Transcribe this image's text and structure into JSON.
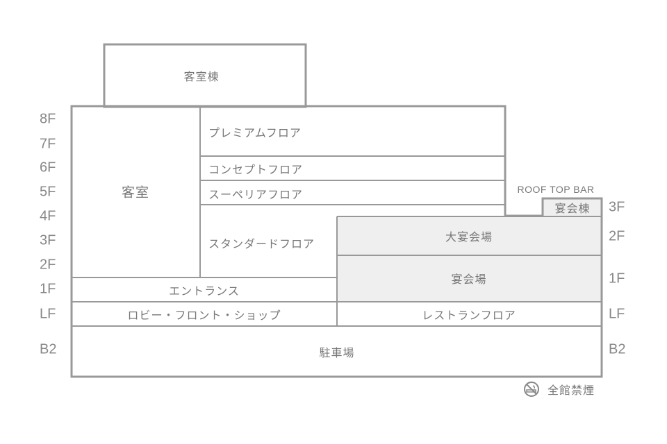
{
  "blocks": {
    "guest_tower": "客室棟",
    "guest_rooms": "客室",
    "premium": "プレミアムフロア",
    "concept": "コンセプトフロア",
    "superior": "スーペリアフロア",
    "standard": "スタンダードフロア",
    "entrance": "エントランス",
    "lobby": "ロビー・フロント・ショップ",
    "restaurant": "レストランフロア",
    "grand_banquet": "大宴会場",
    "banquet": "宴会場",
    "banquet_tower": "宴会棟",
    "roof_bar": "ROOF TOP BAR",
    "parking": "駐車場"
  },
  "left_floors": [
    "8F",
    "7F",
    "6F",
    "5F",
    "4F",
    "3F",
    "2F",
    "1F",
    "LF",
    "B2"
  ],
  "right_floors": [
    "3F",
    "2F",
    "1F",
    "LF",
    "B2"
  ],
  "notice": {
    "icon": "no-smoking-icon",
    "text": "全館禁煙"
  },
  "colors": {
    "line": "#999999",
    "fill": "#efefef"
  }
}
